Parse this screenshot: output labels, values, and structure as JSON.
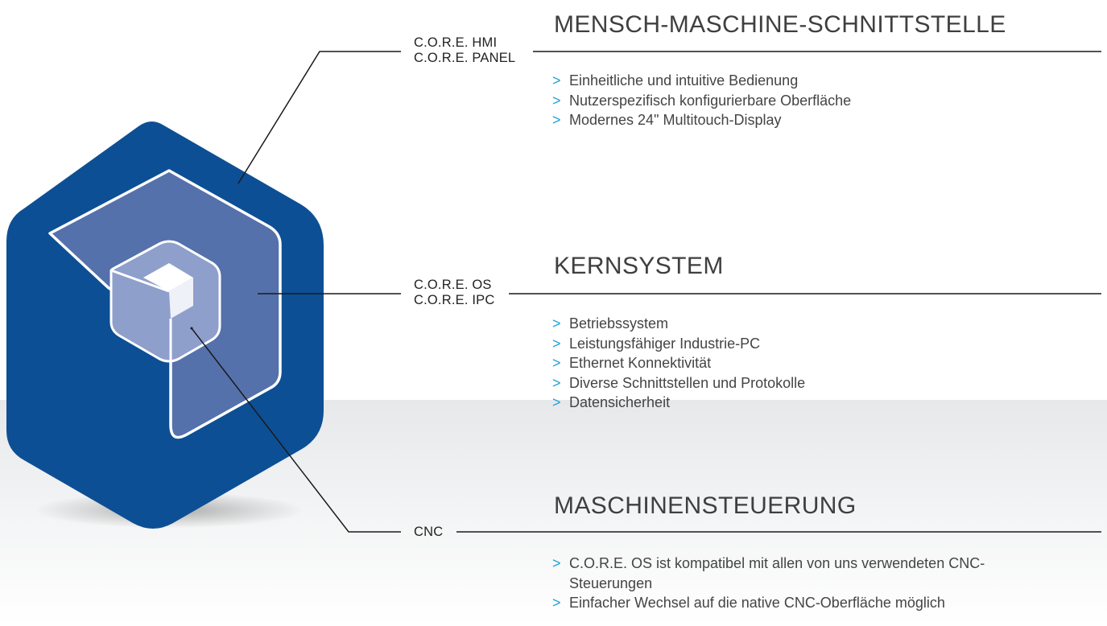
{
  "labels": {
    "hmi": [
      "C.O.R.E. HMI",
      "C.O.R.E. PANEL"
    ],
    "os": [
      "C.O.R.E. OS",
      "C.O.R.E. IPC"
    ],
    "cnc": [
      "CNC"
    ]
  },
  "bullet_symbol": ">",
  "sections": [
    {
      "title": "MENSCH-MASCHINE-SCHNITTSTELLE",
      "items": [
        "Einheitliche und intuitive Bedienung",
        "Nutzerspezifisch konfigurierbare Oberfläche",
        "Modernes 24\" Multitouch-Display"
      ]
    },
    {
      "title": "KERNSYSTEM",
      "items": [
        "Betriebssystem",
        "Leistungsfähiger Industrie-PC",
        "Ethernet Konnektivität",
        "Diverse Schnittstellen und Protokolle",
        "Datensicherheit"
      ]
    },
    {
      "title": "MASCHINENSTEUERUNG",
      "items": [
        "C.O.R.E. OS ist kompatibel mit allen von uns verwendeten CNC-Steuerungen",
        "Einfacher Wechsel auf die native CNC-Oberfläche möglich"
      ]
    }
  ],
  "colors": {
    "hexagon": "#0d4f94",
    "outer_cube": "#5571ab",
    "inner_cube": "#8f9fcc",
    "accent_arrow": "#1fa3d8",
    "line": "#1a1a1a"
  },
  "icons": [
    "core-hexagon-logo-icon"
  ]
}
